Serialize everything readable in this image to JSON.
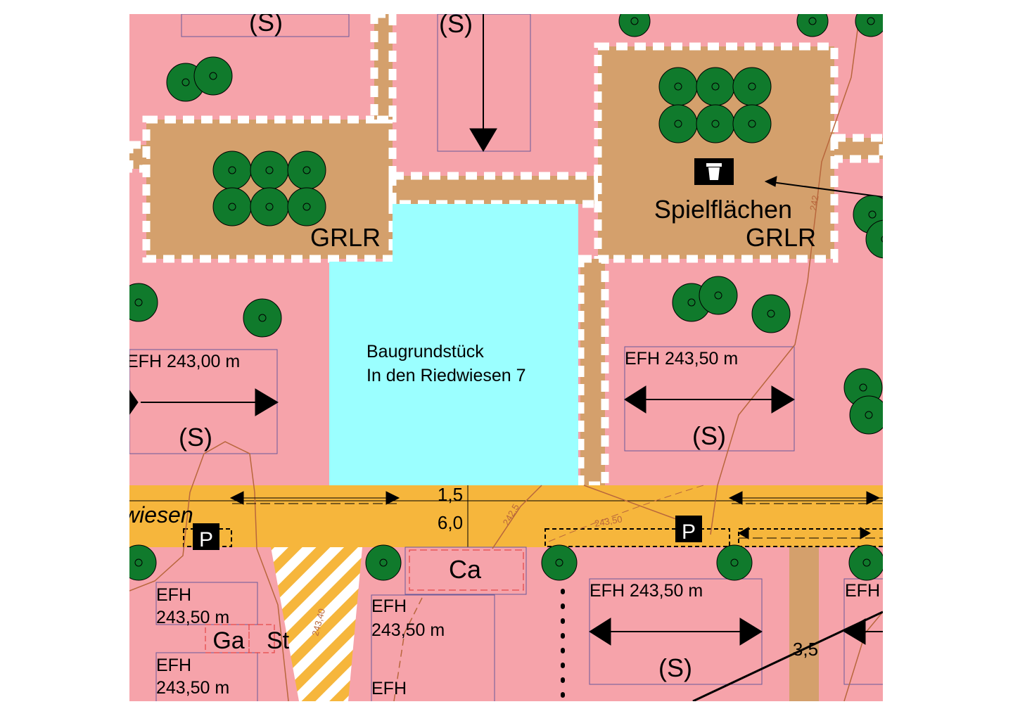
{
  "map": {
    "colors": {
      "residential": "#f6a3aa",
      "green_area": "#d4a06c",
      "building_plot": "#9bffff",
      "street": "#f6b63c",
      "tree": "#107a2c",
      "hatch": "#f6b63c",
      "dash": "#ffffff",
      "contour": "#b8663c"
    },
    "labels": {
      "s_top_left": "(S)",
      "s_top_mid": "(S)",
      "grlr_left": "GRLR",
      "spielflaechen": "Spielflächen",
      "grlr_right": "GRLR",
      "plot_line1": "Baugrundstück",
      "plot_line2": "In den Riedwiesen 7",
      "efh_left": "EFH 243,00 m",
      "s_left": "(S)",
      "efh_right": "EFH 243,50 m",
      "s_right": "(S)",
      "street_name": "wiesen",
      "dim_upper": "1,5",
      "dim_lower": "6,0",
      "contour_a": "243,50",
      "contour_b": "242,5",
      "contour_c": "243,40",
      "contour_d": "242",
      "parking_left": "P",
      "parking_right": "P",
      "carport": "Ca",
      "efh_bl1_a": "EFH",
      "efh_bl1_b": "243,50 m",
      "garage": "Ga",
      "stellplatz": "St",
      "efh_bl2_a": "EFH",
      "efh_bl2_b": "243,50 m",
      "efh_bm_a": "EFH",
      "efh_bm_b": "243,50 m",
      "efh_bm2": "EFH",
      "efh_br": "EFH 243,50 m",
      "s_bottom": "(S)",
      "dim_path": "3,5",
      "efh_far_right": "EFH"
    },
    "icons": {
      "parking": "parking-sign-icon",
      "waste_bin": "waste-bin-icon",
      "tree": "tree-icon"
    }
  }
}
